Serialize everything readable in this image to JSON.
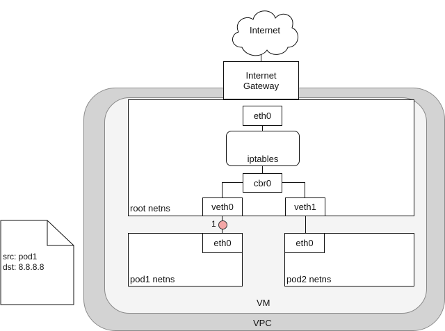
{
  "nodes": {
    "internet": "Internet",
    "gateway_line1": "Internet",
    "gateway_line2": "Gateway",
    "root_eth0": "eth0",
    "iptables": "iptables",
    "cbr0": "cbr0",
    "veth0": "veth0",
    "veth1": "veth1",
    "pod1_eth0": "eth0",
    "pod2_eth0": "eth0"
  },
  "namespaces": {
    "root": "root netns",
    "pod1": "pod1 netns",
    "pod2": "pod2 netns"
  },
  "containers": {
    "vm": "VM",
    "vpc": "VPC"
  },
  "packet": {
    "src": "src: pod1",
    "dst": "dst: 8.8.8.8"
  },
  "step_marker": {
    "number": "1",
    "color": "#f4a6a6"
  },
  "colors": {
    "vpc_fill": "#d3d3d3",
    "vm_fill": "#f4f4f4",
    "stroke": "#111111"
  }
}
